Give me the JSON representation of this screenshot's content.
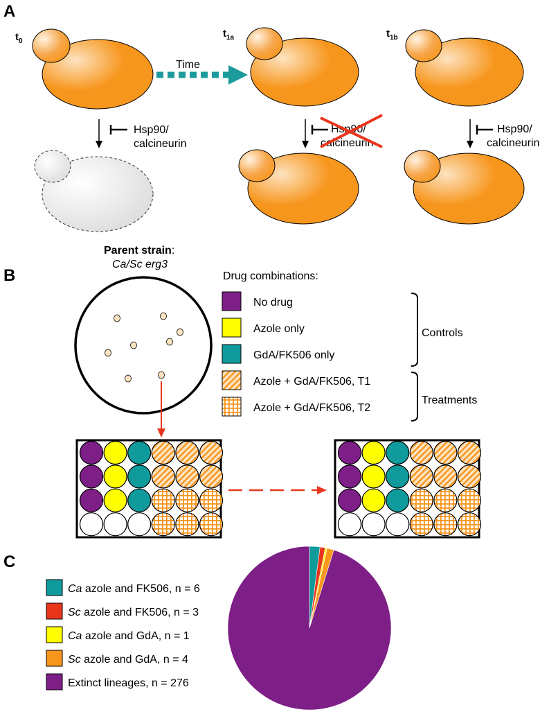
{
  "panel_a": {
    "letter": "A",
    "t0": {
      "main": "t",
      "sub": "0"
    },
    "t1a": {
      "main": "t",
      "sub": "1a"
    },
    "t1b": {
      "main": "t",
      "sub": "1b"
    },
    "time_label": "Time",
    "inhibitor_line1": "Hsp90/",
    "inhibitor_line2": "calcineurin",
    "colors": {
      "cell": "#f7961d",
      "cell_light": "#fde3c0",
      "dead": "#e6e6e6",
      "arrow": "#1b9b9b",
      "cross": "#e8361c"
    }
  },
  "panel_b": {
    "letter": "B",
    "parent_bold": "Parent strain",
    "parent_colon": ":",
    "parent_strain": "Ca/Sc erg3",
    "legend_title": "Drug combinations:",
    "legend": [
      {
        "label": "No drug",
        "color": "#7e1e87",
        "pattern": "solid"
      },
      {
        "label": "Azole only",
        "color": "#ffff00",
        "pattern": "solid"
      },
      {
        "label": "GdA/FK506 only",
        "color": "#0f9a9c",
        "pattern": "solid"
      },
      {
        "label": "Azole + GdA/FK506, T1",
        "color": "#f7961d",
        "pattern": "hatch"
      },
      {
        "label": "Azole + GdA/FK506, T2",
        "color": "#f7961d",
        "pattern": "grid"
      }
    ],
    "group_controls": "Controls",
    "group_treatments": "Treatments",
    "plate_rows": [
      [
        "purple",
        "yellow",
        "teal",
        "hatch",
        "hatch",
        "hatch"
      ],
      [
        "purple",
        "yellow",
        "teal",
        "hatch",
        "hatch",
        "hatch"
      ],
      [
        "purple",
        "yellow",
        "teal",
        "grid",
        "grid",
        "grid"
      ],
      [
        "empty",
        "empty",
        "empty",
        "grid",
        "grid",
        "grid"
      ]
    ],
    "arrow_color": "#e8361c"
  },
  "panel_c": {
    "letter": "C",
    "legend": [
      {
        "italic": "Ca",
        "rest": " azole and FK506, n = 6",
        "color": "#0f9a9c"
      },
      {
        "italic": "Sc",
        "rest": " azole and FK506, n = 3",
        "color": "#e8361c"
      },
      {
        "italic": "Ca",
        "rest": " azole and GdA, n = 1",
        "color": "#ffff00"
      },
      {
        "italic": "Sc",
        "rest": " azole and GdA, n = 4",
        "color": "#f7961d"
      },
      {
        "italic": "",
        "rest": "Extinct lineages, n = 276",
        "color": "#7e1e87"
      }
    ]
  },
  "chart_data": {
    "type": "pie",
    "categories": [
      "Ca azole and FK506",
      "Sc azole and FK506",
      "Ca azole and GdA",
      "Sc azole and GdA",
      "Extinct lineages"
    ],
    "values": [
      6,
      3,
      1,
      4,
      276
    ],
    "colors": [
      "#0f9a9c",
      "#e8361c",
      "#ffff00",
      "#f7961d",
      "#7e1e87"
    ],
    "start_angle_deg": 0,
    "direction": "clockwise"
  }
}
